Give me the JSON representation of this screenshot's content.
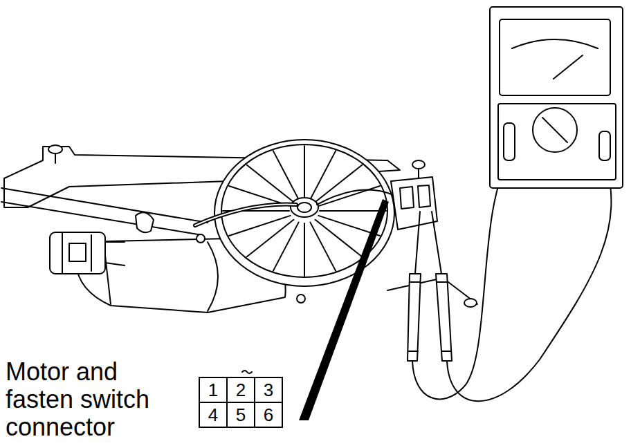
{
  "diagram": {
    "nodes": [
      {
        "text": [
          "1"
        ]
      },
      {
        "text": [
          "2"
        ]
      },
      {
        "text": [
          "3"
        ]
      },
      {
        "text": [
          "4"
        ]
      },
      {
        "text": [
          "5"
        ]
      },
      {
        "text": [
          "6"
        ]
      }
    ],
    "labels": [
      "Motor and fasten switch connector"
    ]
  }
}
